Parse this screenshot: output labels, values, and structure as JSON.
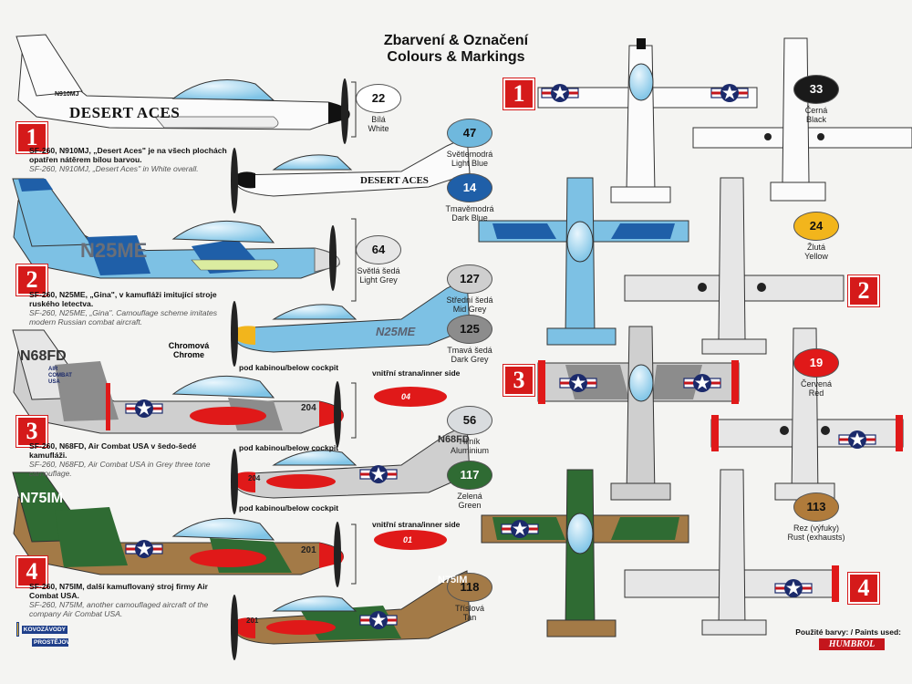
{
  "heading": {
    "line1": "Zbarvení & Označení",
    "line2": "Colours & Markings"
  },
  "paints": [
    {
      "code": "22",
      "cz": "Bílá",
      "en": "White",
      "color": "#ffffff",
      "text_color": "#111111"
    },
    {
      "code": "47",
      "cz": "Světlemodrá",
      "en": "Light Blue",
      "color": "#6fb8dd",
      "text_color": "#111111"
    },
    {
      "code": "14",
      "cz": "Tmavěmodrá",
      "en": "Dark Blue",
      "color": "#1f5fa8",
      "text_color": "#ffffff"
    },
    {
      "code": "64",
      "cz": "Světlá šedá",
      "en": "Light Grey",
      "color": "#e6e6e6",
      "text_color": "#111111"
    },
    {
      "code": "127",
      "cz": "Střední šedá",
      "en": "Mid Grey",
      "color": "#cfcfcf",
      "text_color": "#111111"
    },
    {
      "code": "125",
      "cz": "Tmavá šedá",
      "en": "Dark Grey",
      "color": "#8c8c8c",
      "text_color": "#111111"
    },
    {
      "code": "56",
      "cz": "Hliník",
      "en": "Aluminium",
      "color": "#d9dcdf",
      "text_color": "#111111"
    },
    {
      "code": "117",
      "cz": "Zelená",
      "en": "Green",
      "color": "#2f6b33",
      "text_color": "#ffffff"
    },
    {
      "code": "118",
      "cz": "Tříslová",
      "en": "Tan",
      "color": "#a37a47",
      "text_color": "#111111"
    },
    {
      "code": "33",
      "cz": "Černá",
      "en": "Black",
      "color": "#1a1a1a",
      "text_color": "#ffffff"
    },
    {
      "code": "24",
      "cz": "Žlutá",
      "en": "Yellow",
      "color": "#f2b51c",
      "text_color": "#111111"
    },
    {
      "code": "19",
      "cz": "Červená",
      "en": "Red",
      "color": "#e01919",
      "text_color": "#ffffff"
    },
    {
      "code": "113",
      "cz": "Rez (výfuky)",
      "en": "Rust (exhausts)",
      "color": "#b07b3b",
      "text_color": "#111111"
    }
  ],
  "schemes": [
    {
      "marker": "1",
      "registration": "N910MJ",
      "nickname": "DESERT ACES",
      "cz": "SF-260, N910MJ, „Desert Aces\" je na všech plochách opatřen nátěrem bílou barvou.",
      "en": "SF-260, N910MJ, „Desert Aces\" in White overall."
    },
    {
      "marker": "2",
      "registration": "N25ME",
      "cz": "SF-260, N25ME, „Gina\", v kamufláži imitující stroje ruského letectva.",
      "en": "SF-260, N25ME, „Gina\". Camouflage scheme imitates modern Russian combat aircraft."
    },
    {
      "marker": "3",
      "registration": "N68FD",
      "tail_text": "AIR COMBAT USA",
      "fuselage_number": "204",
      "cz": "SF-260, N68FD, Air Combat USA v šedo-šedé kamufláži.",
      "en": "SF-260, N68FD, Air Combat USA in Grey three tone camouflage."
    },
    {
      "marker": "4",
      "registration": "N75IM",
      "fuselage_number": "201",
      "cz": "SF-260, N75IM, další kamuflovaný stroj firmy Air Combat USA.",
      "en": "SF-260, N75IM, another camouflaged aircraft of the company Air Combat USA."
    }
  ],
  "callouts": {
    "chrome": "Chromová Chrome",
    "below_cockpit": "pod kabinou/below cockpit",
    "inner_side": "vnitřní strana/inner side",
    "tank_red_1": "04",
    "tank_red_2": "01"
  },
  "footer": {
    "paints_used": "Použité barvy: / Paints used:",
    "brand": "HUMBROL",
    "company_line1": "KOVOZÁVODY",
    "company_line2": "PROSTĚJOV"
  },
  "colors": {
    "marker_red": "#d51a1a",
    "page_bg": "#f4f4f2"
  }
}
